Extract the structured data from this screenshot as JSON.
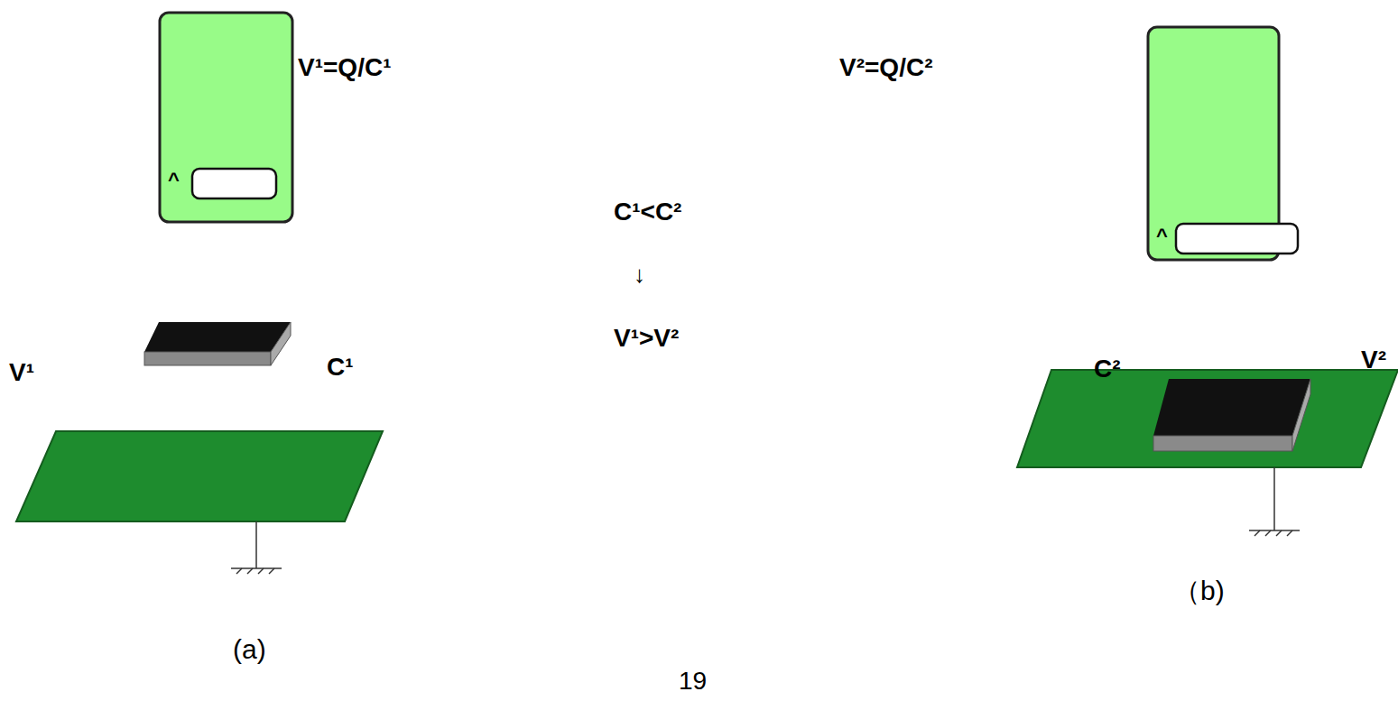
{
  "diagram": {
    "labels": [
      "V¹=Q/C¹",
      "^",
      "V¹",
      "C¹",
      "(a)",
      "C¹<C²",
      "↓",
      "V¹>V²",
      "19",
      "V²=Q/C²",
      "^",
      "C²",
      "V²",
      "（b)"
    ]
  }
}
